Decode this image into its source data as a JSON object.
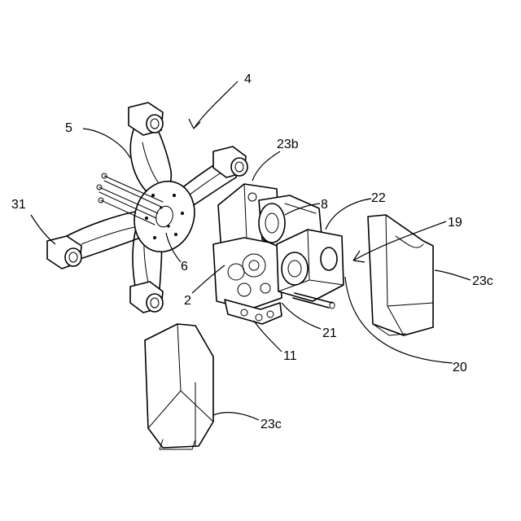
{
  "labels": {
    "l4": "4",
    "l5": "5",
    "l23b": "23b",
    "l8": "8",
    "l22": "22",
    "l19": "19",
    "l31": "31",
    "l6": "6",
    "l2": "2",
    "l23c_right": "23c",
    "l21": "21",
    "l11": "11",
    "l20": "20",
    "l23c_bottom": "23c"
  }
}
